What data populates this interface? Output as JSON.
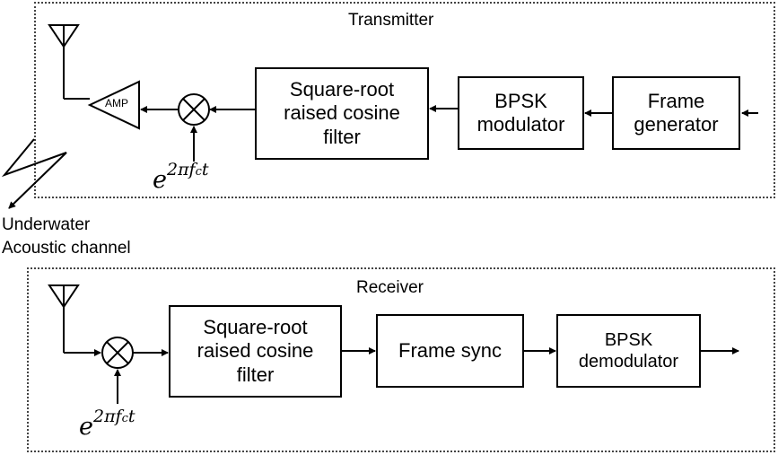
{
  "transmitter": {
    "title": "Transmitter",
    "blocks": {
      "frame_generator": "Frame\ngenerator",
      "bpsk_modulator": "BPSK\nmodulator",
      "srrc_filter": "Square-root\nraised cosine\nfilter"
    },
    "amp_label": "AMP",
    "carrier": {
      "base": "e",
      "exp_pre": "2πf",
      "exp_sub": "c",
      "exp_post": "t"
    }
  },
  "channel": {
    "line1": "Underwater",
    "line2": "Acoustic channel"
  },
  "receiver": {
    "title": "Receiver",
    "blocks": {
      "srrc_filter": "Square-root\nraised cosine\nfilter",
      "frame_sync": "Frame sync",
      "bpsk_demodulator": "BPSK\ndemodulator"
    },
    "carrier": {
      "base": "e",
      "exp_pre": "2πf",
      "exp_sub": "c",
      "exp_post": "t"
    }
  }
}
